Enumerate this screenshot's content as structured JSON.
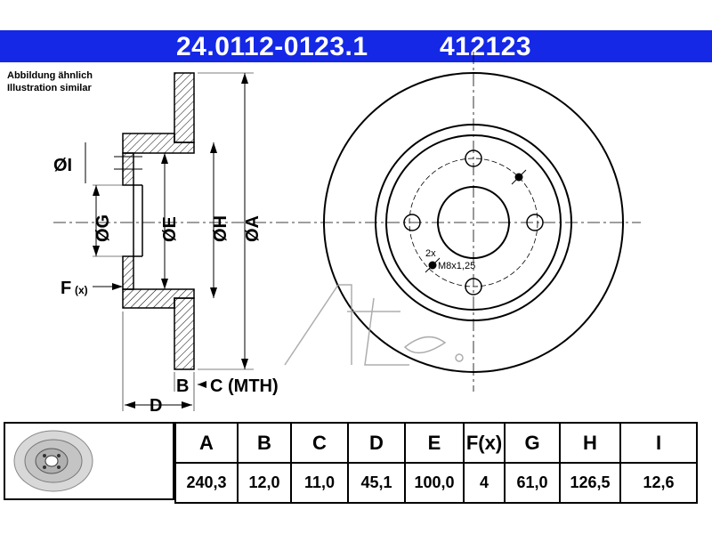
{
  "header": {
    "part_number": "24.0112-0123.1",
    "code": "412123"
  },
  "note": {
    "line1": "Abbildung ähnlich",
    "line2": "Illustration similar"
  },
  "labels": {
    "dia_i": "ØI",
    "dia_g": "ØG",
    "dia_e": "ØE",
    "dia_h": "ØH",
    "dia_a": "ØA",
    "f": "F",
    "f_sub": "(x)",
    "b": "B",
    "c_mth": "C (MTH)",
    "d": "D",
    "thread_count": "2x",
    "thread": "M8x1,25"
  },
  "table": {
    "headers": [
      "A",
      "B",
      "C",
      "D",
      "E",
      "F(x)",
      "G",
      "H",
      "I"
    ],
    "values": [
      "240,3",
      "12,0",
      "11,0",
      "45,1",
      "100,0",
      "4",
      "61,0",
      "126,5",
      "12,6"
    ]
  },
  "colors": {
    "header_bg": "#1428e6",
    "header_text": "#ffffff",
    "line": "#000000"
  },
  "icons": {
    "logo": "ate-logo-icon",
    "thumb": "brake-disc-icon"
  }
}
